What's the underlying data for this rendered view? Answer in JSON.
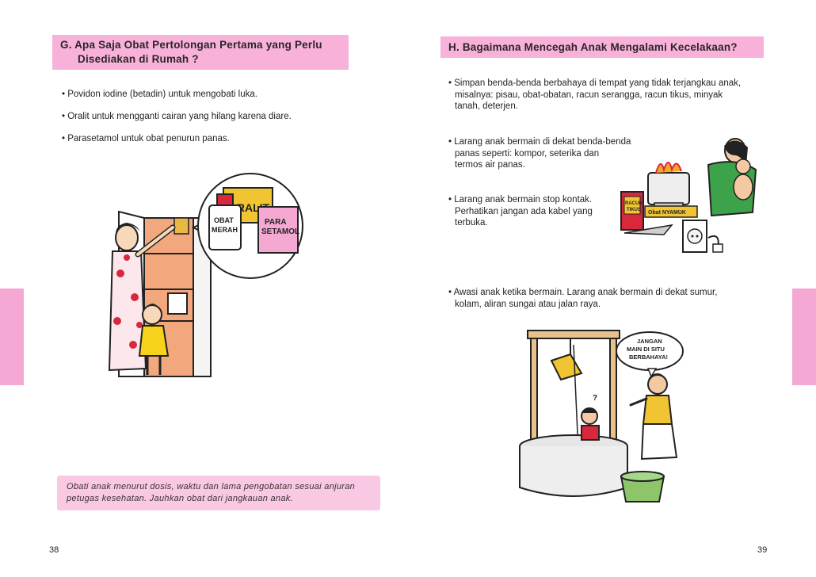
{
  "left_page": {
    "heading_line1": "G.  Apa Saja Obat Pertolongan Pertama yang Perlu",
    "heading_line2": "Disediakan di  Rumah ?",
    "bullets": [
      "• Povidon iodine  (betadin)  untuk  mengobati luka.",
      "• Oralit untuk mengganti cairan  yang hilang karena diare.",
      "• Parasetamol untuk obat penurun panas."
    ],
    "illustration_labels": {
      "oralit": "ORALIT",
      "obat_merah_1": "OBAT",
      "obat_merah_2": "MERAH",
      "parasetamol_1": "PARA",
      "parasetamol_2": "SETAMOL"
    },
    "note_line1": "Obati anak menurut dosis, waktu dan lama pengobatan sesuai anjuran",
    "note_line2": "petugas kesehatan. Jauhkan obat dari jangkauan anak.",
    "page_number": "38"
  },
  "right_page": {
    "heading": "H. Bagaimana Mencegah Anak Mengalami Kecelakaan?",
    "bullet1": [
      "• Simpan benda-benda berbahaya di tempat yang tidak terjangkau anak,",
      "misalnya: pisau,  obat-obatan,  racun serangga, racun tikus, minyak",
      "tanah, deterjen."
    ],
    "bullet2": [
      "• Larang anak bermain di dekat benda-benda",
      "panas seperti: kompor, seterika dan",
      "termos air panas."
    ],
    "bullet3": [
      "• Larang anak bermain stop kontak.",
      "Perhatikan jangan ada kabel yang",
      "terbuka."
    ],
    "bullet4": [
      "• Awasi anak ketika bermain.  Larang  anak bermain di dekat sumur,",
      "kolam, aliran sungai atau jalan raya."
    ],
    "illustration_labels": {
      "racun_1": "RACUN",
      "racun_2": "TIKUS",
      "obat_nyamuk": "Obat NYAMUK",
      "speech_1": "JANGAN",
      "speech_2": "MAIN DI SITU",
      "speech_3": "BERBAHAYA!",
      "question": "?"
    },
    "page_number": "39"
  },
  "colors": {
    "heading_pink": "#f8b2d9",
    "tab_pink": "#f6a8d5",
    "note_pink": "#f9c8e2",
    "text": "#231f20"
  }
}
